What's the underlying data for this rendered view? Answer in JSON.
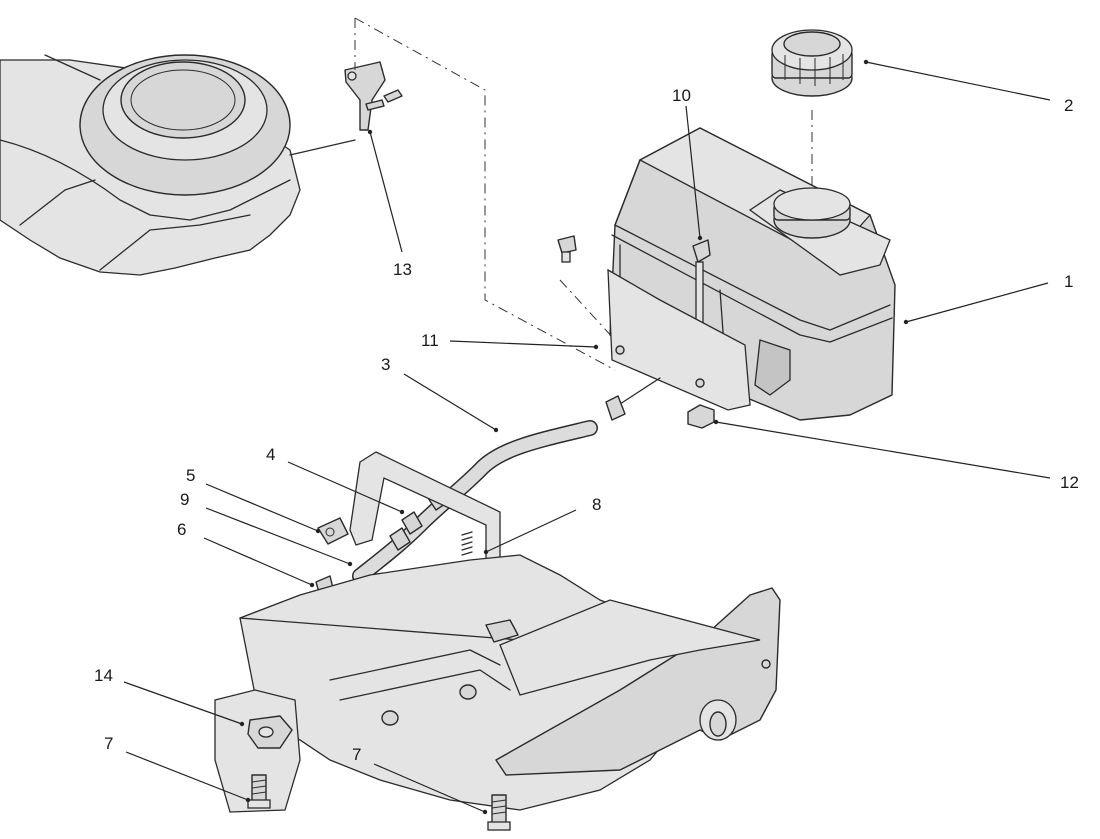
{
  "diagram": {
    "callouts": [
      {
        "id": "c1",
        "label": "1"
      },
      {
        "id": "c2",
        "label": "2"
      },
      {
        "id": "c3",
        "label": "3"
      },
      {
        "id": "c4",
        "label": "4"
      },
      {
        "id": "c5",
        "label": "5"
      },
      {
        "id": "c6",
        "label": "6"
      },
      {
        "id": "c7a",
        "label": "7"
      },
      {
        "id": "c7b",
        "label": "7"
      },
      {
        "id": "c8",
        "label": "8"
      },
      {
        "id": "c9",
        "label": "9"
      },
      {
        "id": "c10",
        "label": "10"
      },
      {
        "id": "c11",
        "label": "11"
      },
      {
        "id": "c12",
        "label": "12"
      },
      {
        "id": "c13",
        "label": "13"
      },
      {
        "id": "c14",
        "label": "14"
      }
    ]
  }
}
